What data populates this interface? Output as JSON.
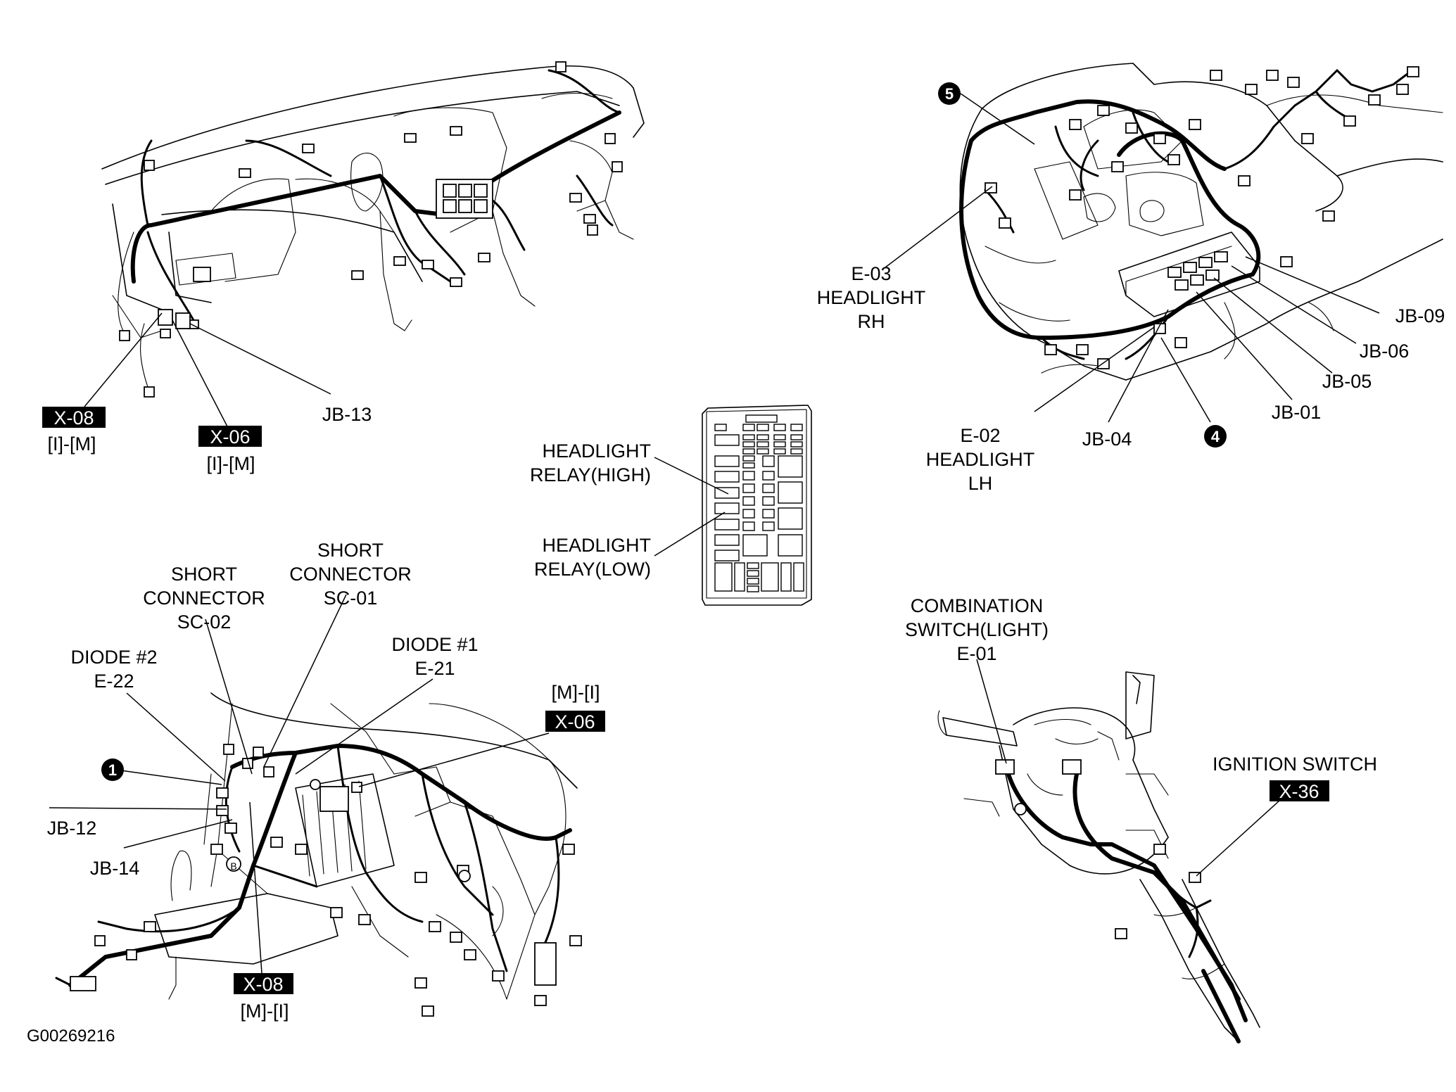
{
  "figure_code": "G00269216",
  "labels": {
    "x08_top_conn": "[I]-[M]",
    "x06_top_conn": "[I]-[M]",
    "jb13": "JB-13",
    "e03": [
      "E-03",
      "HEADLIGHT",
      "RH"
    ],
    "jb09": "JB-09",
    "jb06": "JB-06",
    "jb05": "JB-05",
    "jb01": "JB-01",
    "jb04": "JB-04",
    "e02": [
      "E-02",
      "HEADLIGHT",
      "LH"
    ],
    "relay_high": [
      "HEADLIGHT",
      "RELAY(HIGH)"
    ],
    "relay_low": [
      "HEADLIGHT",
      "RELAY(LOW)"
    ],
    "sc02": [
      "SHORT",
      "CONNECTOR",
      "SC-02"
    ],
    "sc01": [
      "SHORT",
      "CONNECTOR",
      "SC-01"
    ],
    "diode2": [
      "DIODE #2",
      "E-22"
    ],
    "diode1": [
      "DIODE #1",
      "E-21"
    ],
    "x06_bottom_conn": "[M]-[I]",
    "jb12": "JB-12",
    "jb14": "JB-14",
    "x08_bottom_conn": "[M]-[I]",
    "combination_switch": [
      "COMBINATION",
      "SWITCH(LIGHT)",
      "E-01"
    ],
    "ignition_switch": "IGNITION SWITCH"
  },
  "tags": {
    "x08_top": "X-08",
    "x06_top": "X-06",
    "x06_bottom": "X-06",
    "x08_bottom": "X-08",
    "x36": "X-36"
  },
  "markers": {
    "m5": "5",
    "m4": "4",
    "m1": "1",
    "mb": "B"
  },
  "colors": {
    "ink": "#000000",
    "paper": "#ffffff",
    "tag_fill": "#000000",
    "tag_text": "#ffffff"
  }
}
